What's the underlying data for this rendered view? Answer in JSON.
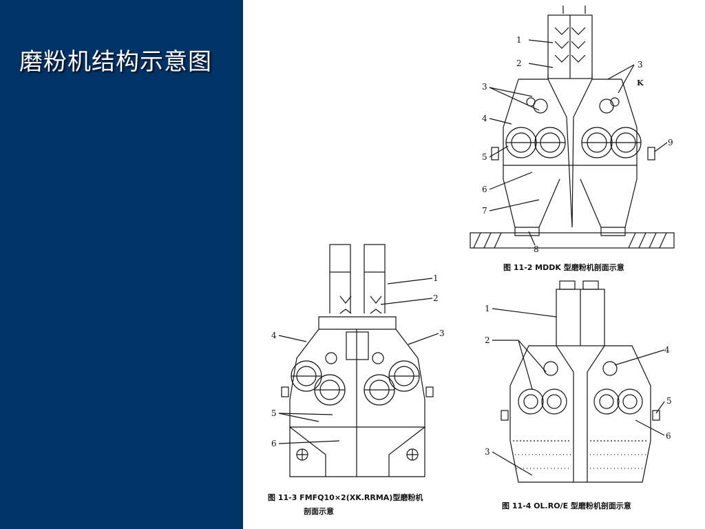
{
  "slide": {
    "title": "磨粉机结构示意图"
  },
  "colors": {
    "sidebar": "#003366",
    "title_text": "#ffffff",
    "line": "#111111"
  },
  "figures": [
    {
      "id": "mddk",
      "caption": "图 11-2    MDDK 型磨粉机剖面示意",
      "labels": [
        "1",
        "2",
        "3",
        "3",
        "K",
        "4",
        "5",
        "6",
        "7",
        "8",
        "9"
      ]
    },
    {
      "id": "fmfq",
      "caption_line1": "图 11-3    FMFQ10×2(XK.RRMA)型磨粉机",
      "caption_line2": "剖面示意",
      "labels": [
        "1",
        "2",
        "3",
        "4",
        "5",
        "6"
      ]
    },
    {
      "id": "olro",
      "caption": "图 11-4    OL.RO/E 型磨粉机剖面示意",
      "labels": [
        "1",
        "2",
        "3",
        "4",
        "5",
        "6"
      ]
    }
  ]
}
